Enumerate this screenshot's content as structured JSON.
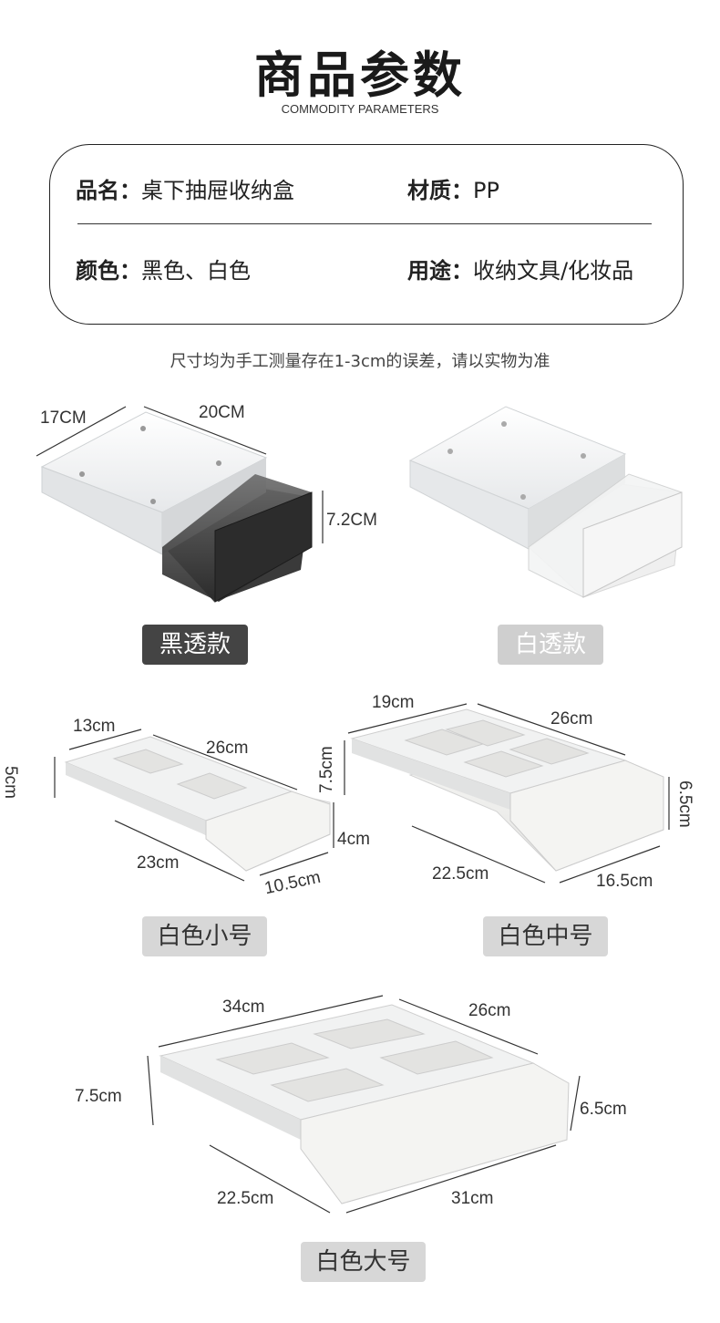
{
  "header": {
    "title": "商品参数",
    "subtitle": "COMMODITY PARAMETERS"
  },
  "params": {
    "name_key": "品名：",
    "name_val": "桌下抽屉收纳盒",
    "material_key": "材质：",
    "material_val": "PP",
    "color_key": "颜色：",
    "color_val": "黑色、白色",
    "usage_key": "用途：",
    "usage_val": "收纳文具/化妆品"
  },
  "note": "尺寸均为手工测量存在1-3cm的误差，请以实物为准",
  "products": {
    "black": {
      "label": "黑透款",
      "d1": "17CM",
      "d2": "20CM",
      "d3": "7.2CM"
    },
    "white": {
      "label": "白透款"
    },
    "small": {
      "label": "白色小号",
      "d1": "13cm",
      "d2": "26cm",
      "d3": "5cm",
      "d4": "4cm",
      "d5": "23cm",
      "d6": "10.5cm"
    },
    "medium": {
      "label": "白色中号",
      "d1": "19cm",
      "d2": "26cm",
      "d3": "7.5cm",
      "d4": "6.5cm",
      "d5": "22.5cm",
      "d6": "16.5cm"
    },
    "large": {
      "label": "白色大号",
      "d1": "34cm",
      "d2": "26cm",
      "d3": "7.5cm",
      "d4": "6.5cm",
      "d5": "22.5cm",
      "d6": "31cm"
    }
  }
}
